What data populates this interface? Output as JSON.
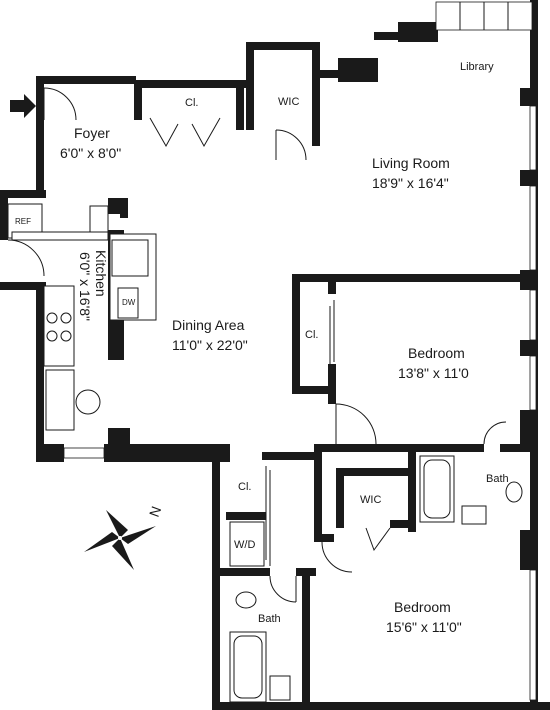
{
  "rooms": {
    "foyer": {
      "name": "Foyer",
      "dims": "6'0\" x 8'0\""
    },
    "living": {
      "name": "Living Room",
      "dims": "18'9\" x 16'4\""
    },
    "library": {
      "name": "Library"
    },
    "dining": {
      "name": "Dining Area",
      "dims": "11'0\" x 22'0\""
    },
    "kitchen": {
      "name": "Kitchen",
      "dims": "6'0\" x 16'8\""
    },
    "bedroom1": {
      "name": "Bedroom",
      "dims": "13'8\" x 11'0"
    },
    "bedroom2": {
      "name": "Bedroom",
      "dims": "15'6\" x 11'0\""
    },
    "bath1": {
      "name": "Bath"
    },
    "bath2": {
      "name": "Bath"
    }
  },
  "labels": {
    "closet_foyer": "Cl.",
    "closet_bed1": "Cl.",
    "closet_hall": "Cl.",
    "wic_living": "WIC",
    "wic_bed": "WIC",
    "wd": "W/D",
    "ref": "REF",
    "dw": "DW",
    "north": "N"
  },
  "icons": [
    "compass-icon",
    "entry-arrow-icon"
  ]
}
